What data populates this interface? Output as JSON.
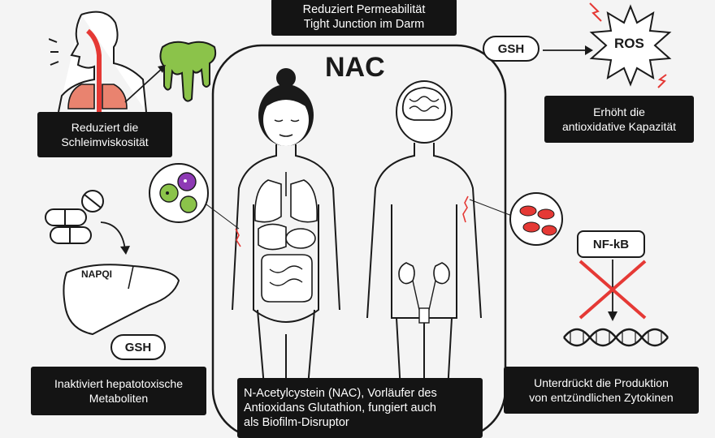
{
  "title": "NAC",
  "captions": {
    "permeability": "Reduziert Permeabilität\nTight Junction im Darm",
    "mucus": "Reduziert die\nSchleimviskosität",
    "antioxidant": "Erhöht die\nantioxidative Kapazität",
    "hepato": "Inaktiviert hepatotoxische\nMetaboliten",
    "nac_desc": "N-Acetylcystein (NAC), Vorläufer des\nAntioxidans Glutathion, fungiert auch\nals Biofilm-Disruptor",
    "cytokine": "Unterdrückt die Produktion\nvon entzündlichen Zytokinen"
  },
  "tags": {
    "gsh_top": "GSH",
    "ros": "ROS",
    "gsh_liver": "GSH",
    "napqi": "NAPQI",
    "nfkb": "NF-kB"
  },
  "colors": {
    "red": "#e53935",
    "green": "#8bc34a",
    "purple": "#8e3ab5",
    "lung": "#e9836f",
    "dark": "#141414"
  }
}
